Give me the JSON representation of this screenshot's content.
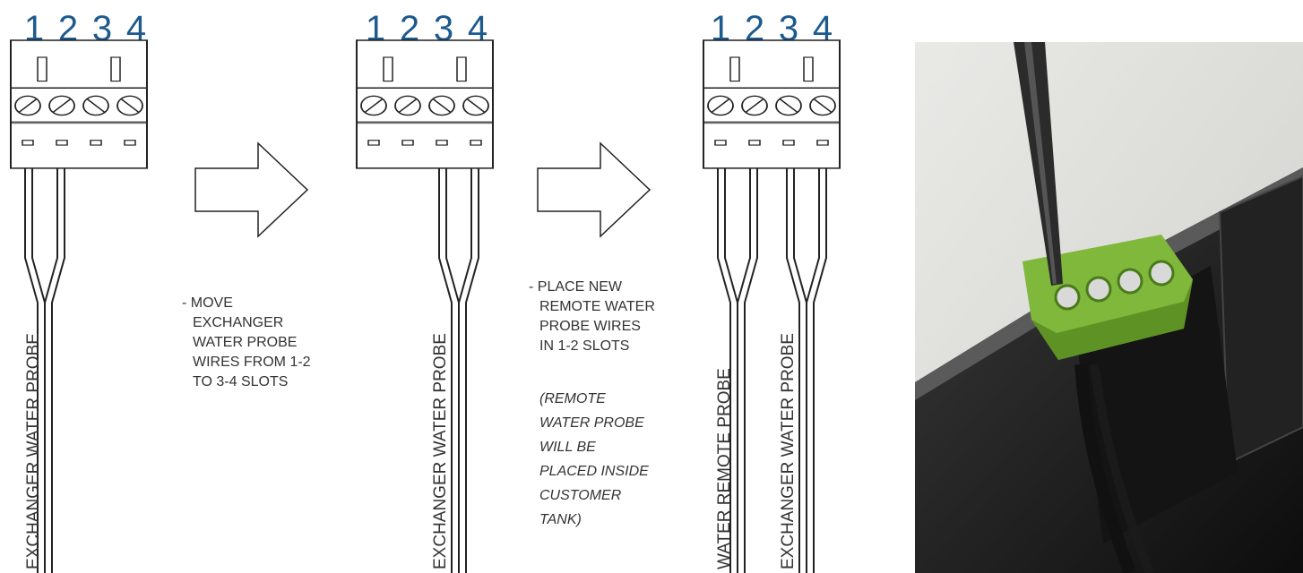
{
  "terminals": {
    "block1": [
      "1",
      "2",
      "3",
      "4"
    ],
    "block2": [
      "1",
      "2",
      "3",
      "4"
    ],
    "block3": [
      "1",
      "2",
      "3",
      "4"
    ]
  },
  "labels": {
    "block1_wire": "EXCHANGER WATER PROBE",
    "block2_wire": "EXCHANGER WATER PROBE",
    "block3_wire_left": "WATER REMOTE PROBE",
    "block3_wire_right": "EXCHANGER WATER PROBE"
  },
  "notes": {
    "step1": [
      "- MOVE",
      "EXCHANGER",
      "WATER PROBE",
      "WIRES FROM 1-2",
      "TO 3-4 SLOTS"
    ],
    "step2": [
      "- PLACE NEW",
      "REMOTE WATER",
      "PROBE WIRES",
      "IN 1-2 SLOTS"
    ],
    "step2_italic": [
      "(REMOTE",
      "WATER PROBE",
      "WILL BE",
      "PLACED INSIDE",
      "CUSTOMER",
      "TANK)"
    ]
  },
  "colors": {
    "number_blue": "#1d5a8e",
    "line": "#222222",
    "connector_green": "#7fb83a"
  }
}
